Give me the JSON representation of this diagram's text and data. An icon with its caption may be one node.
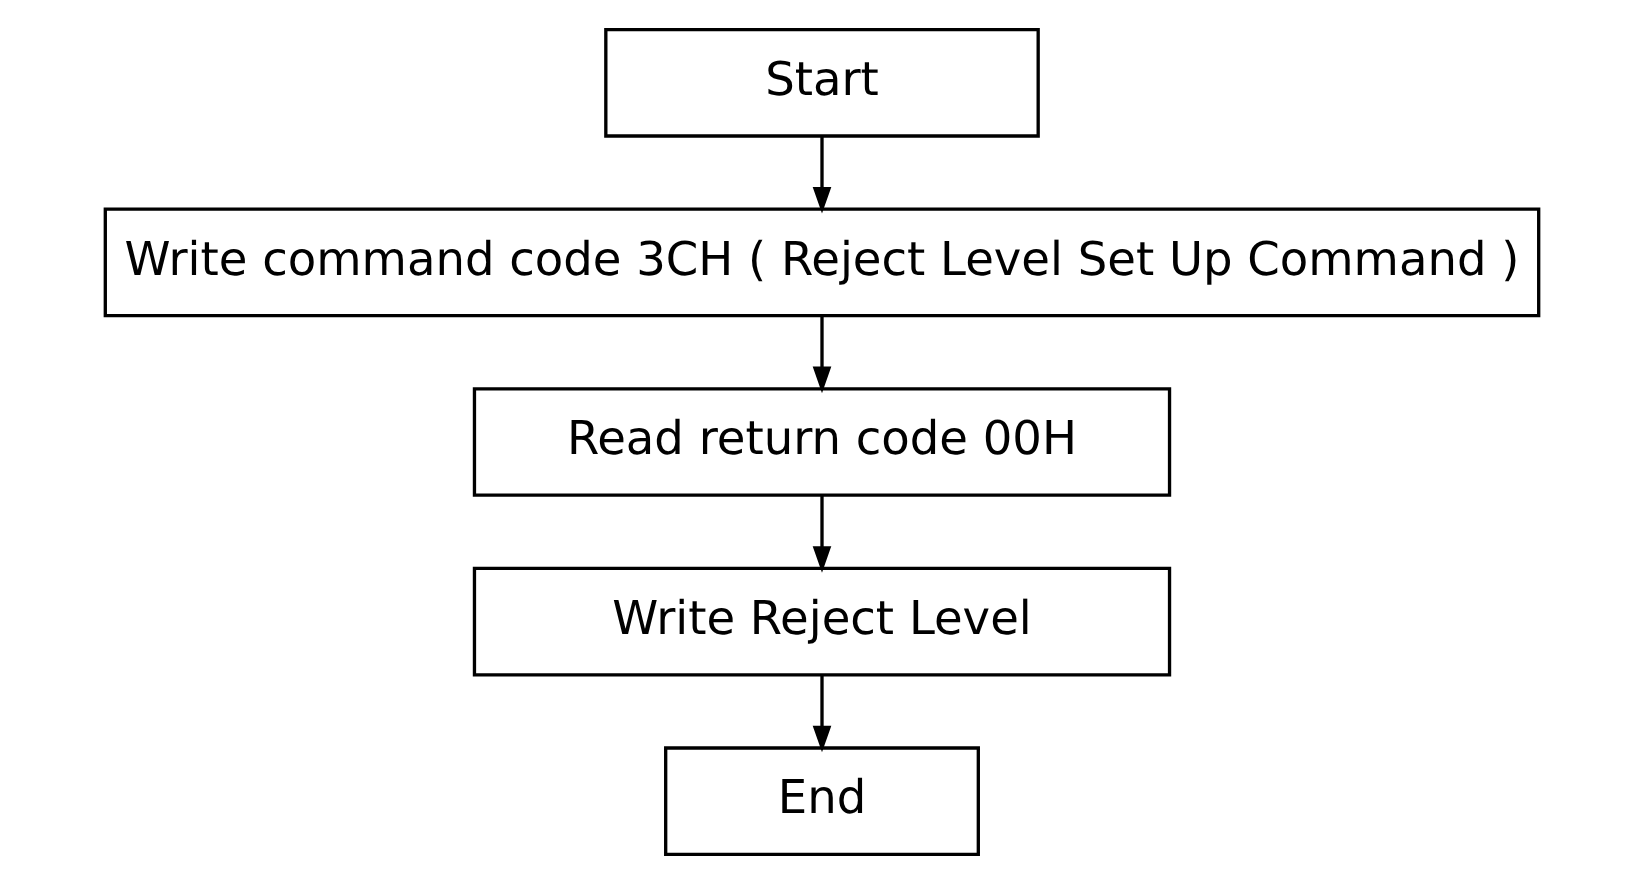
{
  "diagram": {
    "nodes": [
      {
        "text": [
          "Start"
        ]
      },
      {
        "text": [
          "Write command code 3CH ( Reject Level Set Up Command )"
        ]
      },
      {
        "text": [
          "Read return code 00H"
        ]
      },
      {
        "text": [
          "Write Reject Level"
        ]
      },
      {
        "text": [
          "End"
        ]
      }
    ],
    "edges": [
      {
        "from": 0,
        "to": 1,
        "arrow": "to"
      },
      {
        "from": 1,
        "to": 2,
        "arrow": "to"
      },
      {
        "from": 2,
        "to": 3,
        "arrow": "to"
      },
      {
        "from": 3,
        "to": 4,
        "arrow": "to"
      }
    ]
  }
}
